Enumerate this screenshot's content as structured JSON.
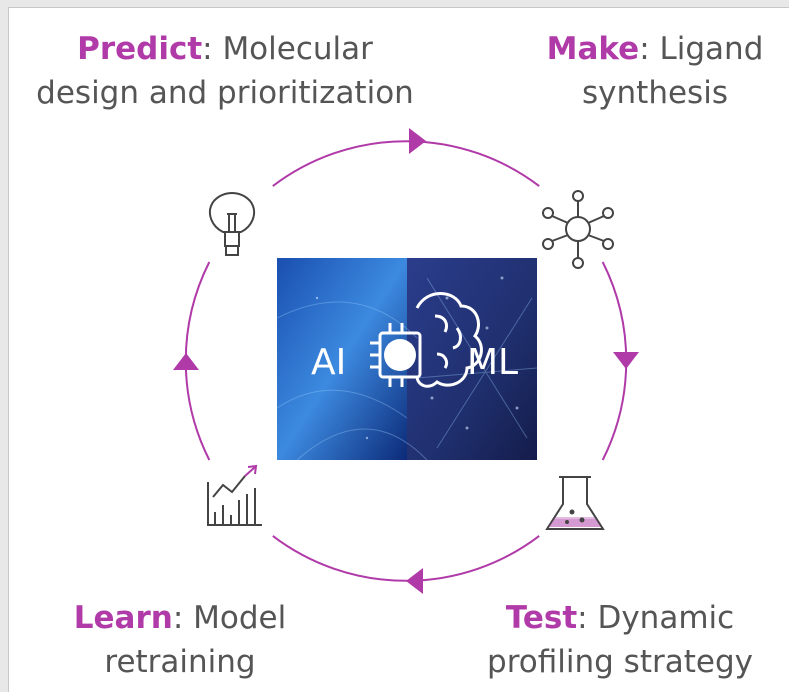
{
  "stages": {
    "predict": {
      "keyword": "Predict",
      "rest_line1": ": Molecular",
      "line2": "design and prioritization",
      "icon": "lightbulb-icon"
    },
    "make": {
      "keyword": "Make",
      "rest_line1": ": Ligand",
      "line2": "synthesis",
      "icon": "molecule-icon"
    },
    "learn": {
      "keyword": "Learn",
      "rest_line1": ": Model",
      "line2": "retraining",
      "icon": "growth-chart-icon"
    },
    "test": {
      "keyword": "Test",
      "rest_line1": ": Dynamic",
      "line2": "profiling strategy",
      "icon": "flask-icon"
    }
  },
  "center_image": {
    "left_text": "AI",
    "right_text": "ML",
    "icon": "chip-brain-icon"
  },
  "colors": {
    "accent": "#b03aa8",
    "body_text": "#555555",
    "icon_stroke": "#444444",
    "image_dark": "#0a1a4a",
    "image_light": "#3a7ed8"
  }
}
